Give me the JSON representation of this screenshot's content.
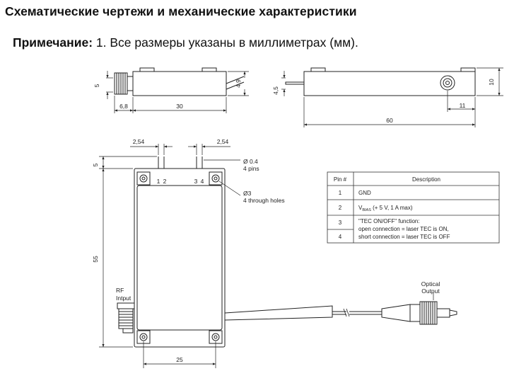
{
  "header": {
    "title": "Схематические чертежи и механические характеристики",
    "note_label": "Примечание:",
    "note_text": " 1. Все размеры указаны в миллиметрах (мм)."
  },
  "side_view_left": {
    "dim_height": "5",
    "dim_right": "4,9",
    "dim_connector": "6,8",
    "dim_length": "30"
  },
  "side_view_right": {
    "dim_left": "4,5",
    "dim_height": "10",
    "dim_offset": "11",
    "dim_length": "60"
  },
  "top_view": {
    "pitch_left": "2,54",
    "pitch_right": "2,54",
    "dim_top": "5",
    "dim_height": "55",
    "dim_width": "25",
    "pin_labels": [
      "1",
      "2",
      "3",
      "4"
    ],
    "pins_note_1": "Ø 0.4",
    "pins_note_2": "4 pins",
    "holes_note_1": "Ø3",
    "holes_note_2": "4 through holes",
    "rf_label_1": "RF",
    "rf_label_2": "Intput",
    "optical_label_1": "Optical",
    "optical_label_2": "Output"
  },
  "pin_table": {
    "headers": [
      "Pin #",
      "Description"
    ],
    "rows": [
      {
        "pin": "1",
        "desc": "GND"
      },
      {
        "pin": "2",
        "desc_prefix": "V",
        "desc_sub": "BIAS",
        "desc_suffix": " (+ 5 V, 1 A max)"
      },
      {
        "pin": "3",
        "desc": "\"TEC ON/OFF\" function:"
      },
      {
        "pin": "4",
        "desc": "open connection = laser TEC is ON,",
        "desc2": "short connection = laser TEC is OFF"
      }
    ]
  }
}
